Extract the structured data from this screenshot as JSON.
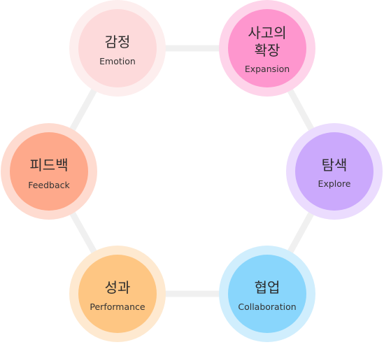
{
  "nodes": [
    {
      "id": "emotion",
      "ko": [
        "감정"
      ],
      "en": "Emotion",
      "fill": "#fddadb",
      "halo": "#fdeeee"
    },
    {
      "id": "expansion",
      "ko": [
        "사고의",
        "확장"
      ],
      "en": "Expansion",
      "fill": "#fe96ce",
      "halo": "#fed4ea"
    },
    {
      "id": "explore",
      "ko": [
        "탐색"
      ],
      "en": "Explore",
      "fill": "#cba9fc",
      "halo": "#ebdcfe"
    },
    {
      "id": "collaboration",
      "ko": [
        "협업"
      ],
      "en": "Collaboration",
      "fill": "#89d6fc",
      "halo": "#d0eefd"
    },
    {
      "id": "performance",
      "ko": [
        "성과"
      ],
      "en": "Performance",
      "fill": "#fec683",
      "halo": "#fee9d0"
    },
    {
      "id": "feedback",
      "ko": [
        "피드백"
      ],
      "en": "Feedback",
      "fill": "#fea98b",
      "halo": "#fedbd0"
    }
  ]
}
